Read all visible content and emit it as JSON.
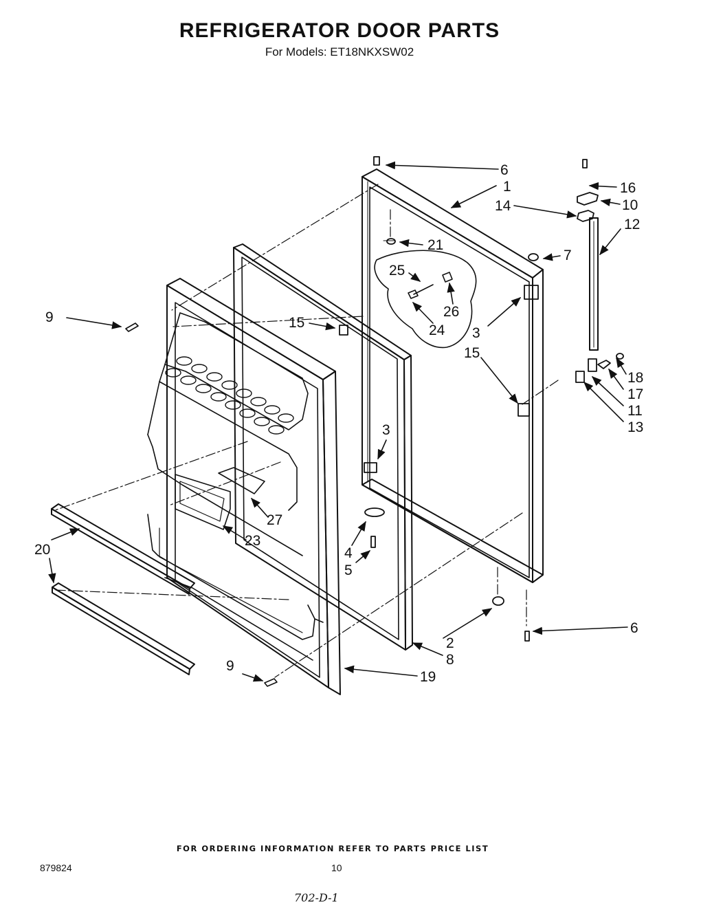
{
  "header": {
    "title": "REFRIGERATOR DOOR PARTS",
    "subtitle": "For Models: ET18NKXSW02"
  },
  "footer": {
    "note": "FOR ORDERING INFORMATION REFER TO PARTS PRICE LIST",
    "doc_number": "879824",
    "page_number": "10",
    "handwritten": "702-D-1"
  },
  "callouts": [
    {
      "id": "c6a",
      "text": "6"
    },
    {
      "id": "c1",
      "text": "1"
    },
    {
      "id": "c16",
      "text": "16"
    },
    {
      "id": "c14",
      "text": "14"
    },
    {
      "id": "c10",
      "text": "10"
    },
    {
      "id": "c12",
      "text": "12"
    },
    {
      "id": "c21",
      "text": "21"
    },
    {
      "id": "c7",
      "text": "7"
    },
    {
      "id": "c25",
      "text": "25"
    },
    {
      "id": "c26",
      "text": "26"
    },
    {
      "id": "c24",
      "text": "24"
    },
    {
      "id": "c9a",
      "text": "9"
    },
    {
      "id": "c15a",
      "text": "15"
    },
    {
      "id": "c3a",
      "text": "3"
    },
    {
      "id": "c15b",
      "text": "15"
    },
    {
      "id": "c18",
      "text": "18"
    },
    {
      "id": "c17",
      "text": "17"
    },
    {
      "id": "c11",
      "text": "11"
    },
    {
      "id": "c13",
      "text": "13"
    },
    {
      "id": "c3b",
      "text": "3"
    },
    {
      "id": "c27",
      "text": "27"
    },
    {
      "id": "c23",
      "text": "23"
    },
    {
      "id": "c20",
      "text": "20"
    },
    {
      "id": "c4",
      "text": "4"
    },
    {
      "id": "c5",
      "text": "5"
    },
    {
      "id": "c6b",
      "text": "6"
    },
    {
      "id": "c2",
      "text": "2"
    },
    {
      "id": "c8",
      "text": "8"
    },
    {
      "id": "c9b",
      "text": "9"
    },
    {
      "id": "c19",
      "text": "19"
    }
  ]
}
